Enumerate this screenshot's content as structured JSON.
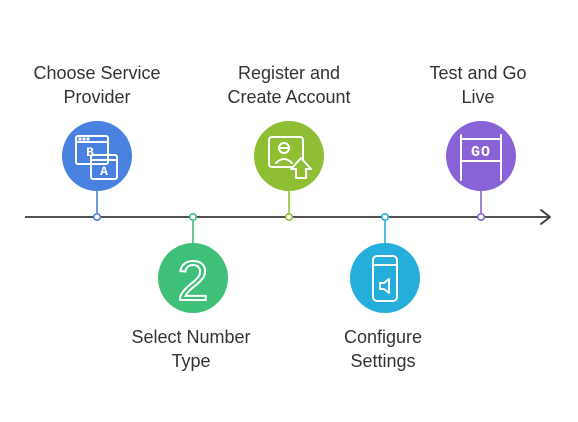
{
  "steps": [
    {
      "id": "choose-service-provider",
      "line1": "Choose Service",
      "line2": "Provider",
      "icon": "browser-windows-icon",
      "icon_glyphs": [
        "B",
        "A"
      ],
      "color": "#4A80E0",
      "marker_color": "#4A80E0",
      "position": "above"
    },
    {
      "id": "select-number-type",
      "line1": "Select Number",
      "line2": "Type",
      "icon": "number-two-icon",
      "icon_glyphs": [
        "2"
      ],
      "color": "#3FC078",
      "marker_color": "#3FC078",
      "position": "below"
    },
    {
      "id": "register-create-account",
      "line1": "Register and",
      "line2": "Create Account",
      "icon": "user-card-upload-icon",
      "icon_glyphs": [],
      "color": "#8FBE35",
      "marker_color": "#8FBE35",
      "position": "above"
    },
    {
      "id": "configure-settings",
      "line1": "Configure",
      "line2": "Settings",
      "icon": "phone-speaker-icon",
      "icon_glyphs": [],
      "color": "#25AEDC",
      "marker_color": "#25AEDC",
      "position": "below"
    },
    {
      "id": "test-and-go-live",
      "line1": "Test and Go",
      "line2": "Live",
      "icon": "go-banner-icon",
      "icon_glyphs": [
        "GO"
      ],
      "color": "#8A62D8",
      "marker_color": "#8A62D8",
      "position": "above"
    }
  ],
  "timeline": {
    "line_color": "#3A3A3A",
    "arrow": "arrow-right-icon"
  },
  "colors": {
    "text": "#333333",
    "icon_stroke": "#ffffff"
  }
}
